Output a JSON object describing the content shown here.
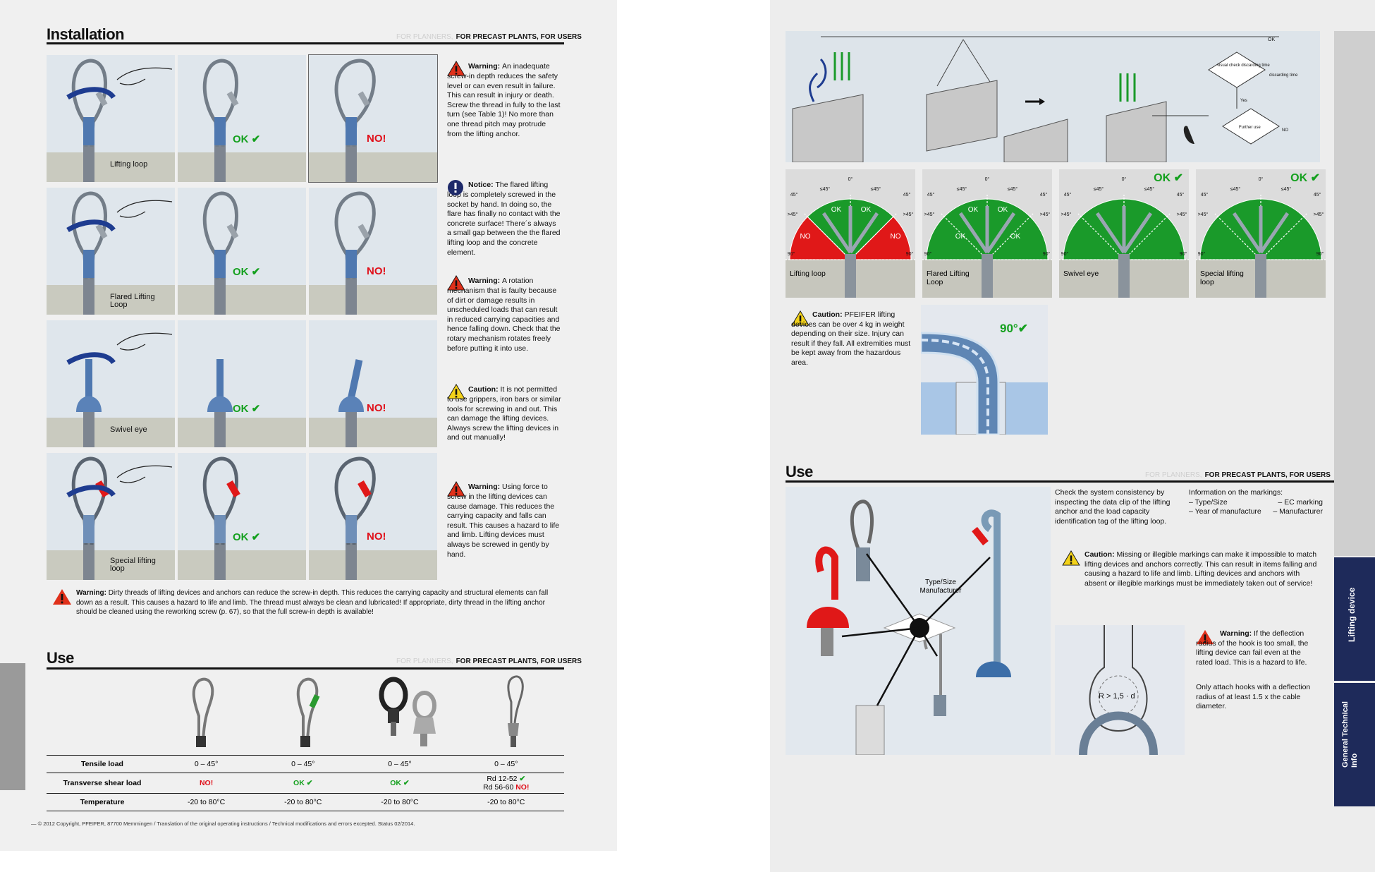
{
  "left": {
    "installation_title": "Installation",
    "tag_light": "FOR PLANNERS,",
    "tag_bold": "FOR PRECAST PLANTS, FOR USERS",
    "rows": [
      {
        "label": "Lifting loop",
        "ok": "OK",
        "no": "NO!"
      },
      {
        "label": "Flared Lifting Loop",
        "ok": "OK",
        "no": "NO!"
      },
      {
        "label": "Swivel eye",
        "ok": "OK",
        "no": "NO!"
      },
      {
        "label": "Special lifting loop",
        "ok": "OK",
        "no": "NO!"
      }
    ],
    "notes": [
      {
        "head": "Warning:",
        "text": "An inadequate screw-in depth reduces the safety level or can even result in failure. This can result in injury or death. Screw the thread in fully to the last turn (see Table 1)! No more than one thread pitch may protrude from the lifting anchor."
      },
      {
        "head": "Notice:",
        "text": "The flared lifting loop is completely screwed in the socket by hand. In doing so, the flare has finally no contact with the concrete surface! There´s always a small gap between the the flared lifting loop and the concrete element."
      },
      {
        "head": "Warning:",
        "text": "A rotation mechanism that is faulty because of dirt or damage results in unscheduled loads that can result in reduced carrying capacities and hence falling down. Check that the rotary mechanism rotates freely before putting it into use."
      },
      {
        "head": "Caution:",
        "text": "It is not permitted to use grippers, iron bars or similar tools for screwing in and out. This can damage the lifting devices. Always screw the lifting devices in and out manually!"
      },
      {
        "head": "Warning:",
        "text": "Using force to screw in the lifting devices can cause damage. This reduces the carrying capacity and falls can result. This causes a hazard to life and limb. Lifting devices must always be screwed in gently by hand."
      }
    ],
    "bottom_warning": {
      "head": "Warning:",
      "text": "Dirty threads of lifting devices and anchors can reduce the screw-in depth. This reduces the carrying capacity and structural elements can fall down as a result. This causes a hazard to life and limb. The thread must always be clean and lubricated! If appropriate, dirty thread in the lifting anchor should be cleaned using the reworking screw (p. 67), so that the full screw-in depth is available!"
    },
    "use_title": "Use",
    "table": {
      "rows": [
        {
          "label": "Tensile load",
          "cells": [
            "0 – 45°",
            "0 – 45°",
            "0 – 45°",
            "0 – 45°"
          ]
        },
        {
          "label": "Transverse shear load",
          "cells": [
            "NO!",
            "OK",
            "OK",
            "Rd 12-52"
          ],
          "extra": "Rd 56-60"
        },
        {
          "label": "Temperature",
          "cells": [
            "-20 to 80°C",
            "-20 to 80°C",
            "-20 to 80°C",
            "-20 to 80°C"
          ]
        }
      ],
      "no_label": "NO!"
    },
    "footer": "— © 2012 Copyright, PFEIFER, 87700 Memmingen / Translation of the original operating instructions / Technical modifications and errors excepted. Status 02/2014."
  },
  "right": {
    "flow": {
      "ok": "OK",
      "visual": "visual check discarding time",
      "discarding": "discarding time",
      "yes": "Yes",
      "further": "Further use",
      "no": "NO"
    },
    "angle_panels": [
      {
        "label": "Lifting loop",
        "ok": "OK",
        "no": "NO",
        "tick": ""
      },
      {
        "label": "Flared Lifting Loop",
        "ok": "OK",
        "no": "",
        "tick": ""
      },
      {
        "label": "Swivel eye",
        "ok": "",
        "no": "",
        "tick": "OK"
      },
      {
        "label": "Special lifting loop",
        "ok": "",
        "no": "",
        "tick": "OK"
      }
    ],
    "angles": {
      "a0": "0°",
      "a45": "≤45°",
      "a45b": "45°",
      "a45c": ">45°",
      "a90": "90°"
    },
    "caution": {
      "head": "Caution:",
      "text": "PFEIFER lifting devices can be over 4 kg in weight depending on their size. Injury can result if they fall. All extremities must be kept away from the hazardous area."
    },
    "ninety": "90°",
    "use_title": "Use",
    "tag_light": "FOR PLANNERS,",
    "tag_bold": "FOR PRECAST PLANTS, FOR USERS",
    "use_label": "Type/Size Manufacturer",
    "check_text": "Check the system consistency by inspecting the data clip of the lifting anchor and the load capacity identification tag of the lifting loop.",
    "markings_head": "Information on the markings:",
    "markings": [
      "– Type/Size",
      "– Year of manufacture",
      "– EC marking",
      "– Manufacturer"
    ],
    "caution2": {
      "head": "Caution:",
      "text": "Missing or illegible markings can make it impossible to match lifting devices and anchors correctly. This can result in items falling and causing a hazard to life and limb. Lifting devices and anchors with absent or illegible markings must be immediately taken out of service!"
    },
    "hook_formula": "R > 1,5 · d",
    "warning3": {
      "head": "Warning:",
      "text": "If the deflection radius of the hook is too small, the lifting device can fail even at the rated load. This is a hazard to life.",
      "text2": "Only attach hooks with a deflection radius of at least 1.5 x the cable diameter."
    },
    "tabs": [
      "Lifting device",
      "General Technical Info"
    ],
    "accent": "#1e2a5a"
  }
}
